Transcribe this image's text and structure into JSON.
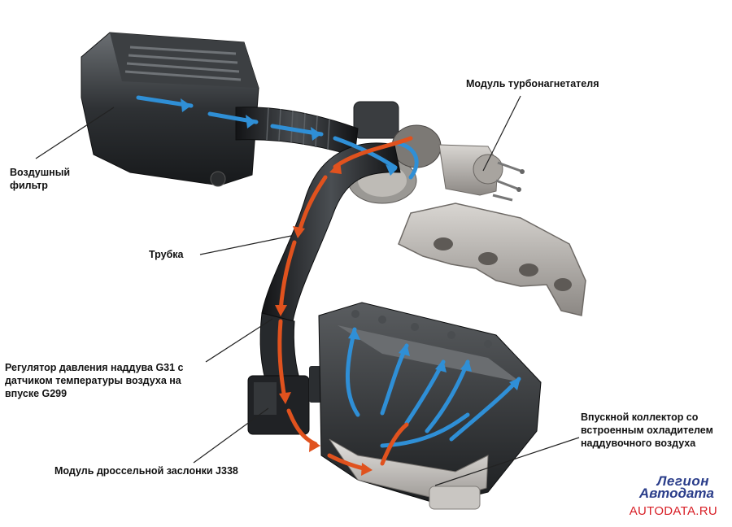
{
  "labels": {
    "turbo_module": "Модуль турбонагнетателя",
    "air_filter": [
      "Воздушный",
      "фильтр"
    ],
    "pipe": "Трубка",
    "pressure_regulator": [
      "Регулятор давления наддува G31 с",
      "датчиком температуры воздуха на",
      "впуске G299"
    ],
    "intake_manifold": [
      "Впускной коллектор со",
      "встроенным охладителем",
      "наддувочного воздуха"
    ],
    "throttle_module": "Модуль дроссельной заслонки J338"
  },
  "watermark": {
    "line1": "Легион",
    "line2": "Автодата",
    "url": "AUTODATA.RU"
  },
  "colors": {
    "cold_air_arrow": "#2f8fd6",
    "hot_air_arrow": "#e0521e",
    "watermark_blue": "#2a3d8a",
    "watermark_red": "#d81f26"
  }
}
